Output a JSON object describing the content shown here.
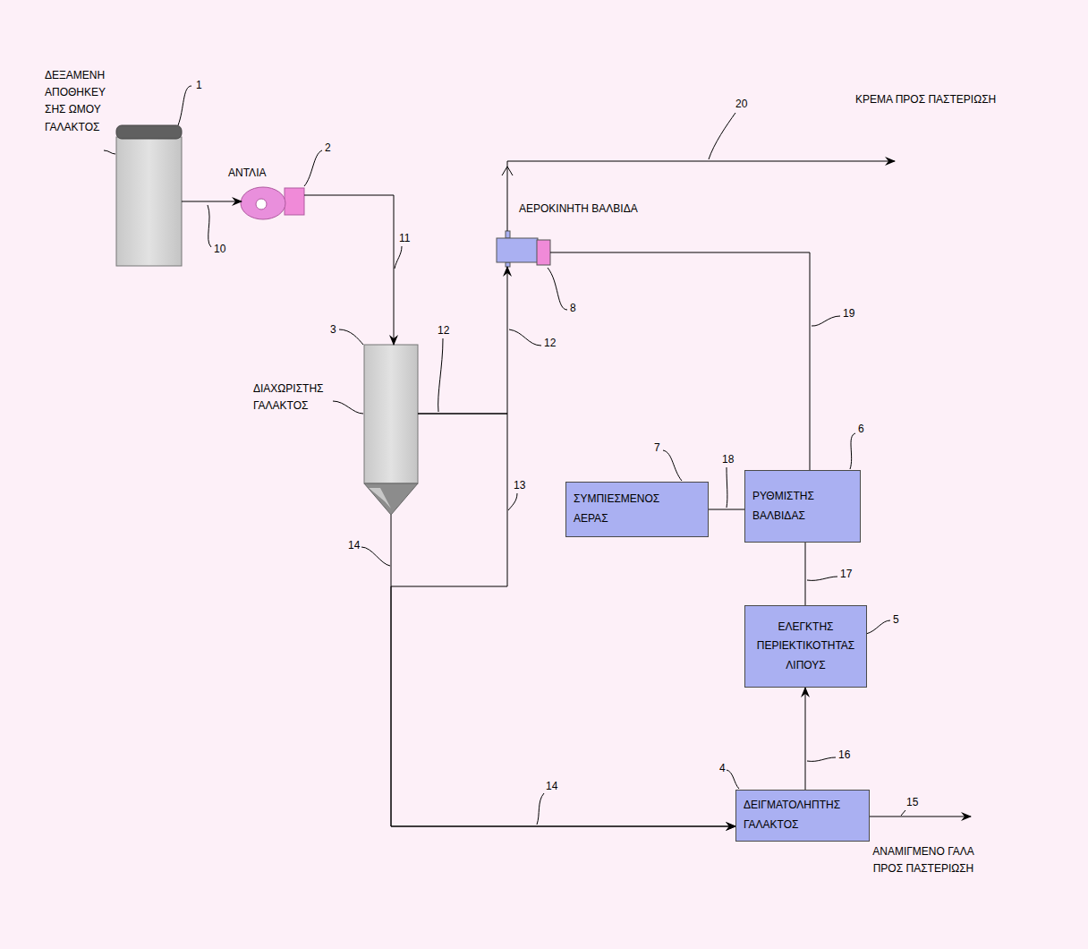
{
  "diagram": {
    "nodes": [
      {
        "text": [
          "ΔΕΞΑΜΕΝΗ ΑΠΟΘΗΚΕΥ ΣΗΣ ΩΜΟΥ ΓΑΛΑΚΤΟΣ"
        ]
      },
      {
        "text": [
          "ΑΝΤΛΙΑ"
        ]
      },
      {
        "text": [
          "ΔΙΑΧΩΡΙΣΤΗΣ ΓΑΛΑΚΤΟΣ"
        ]
      },
      {
        "text": [
          "ΑΕΡΟΚΙΝΗΤΗ ΒΑΛΒΙΔΑ"
        ]
      },
      {
        "text": [
          "ΣΥΜΠΙΕΣΜΕΝΟΣ ΑΕΡΑΣ"
        ]
      },
      {
        "text": [
          "ΡΥΘΜΙΣΤΗΣ ΒΑΛΒΙΔΑΣ"
        ]
      },
      {
        "text": [
          "ΕΛΕΓΚΤΗΣ ΠΕΡΙΕΚΤΙΚΟΤΗΤΑΣ ΛΙΠΟΥΣ"
        ]
      },
      {
        "text": [
          "ΔΕΙΓΜΑΤΟΛΗΠΤΗΣ ΓΑΛΑΚΤΟΣ"
        ]
      }
    ],
    "edges": [
      {
        "from": 0,
        "to": 1,
        "arrow": "to"
      },
      {
        "from": 1,
        "to": 2,
        "arrow": "to"
      },
      {
        "from": 2,
        "to": 3,
        "arrow": "to"
      },
      {
        "from": 2,
        "to": 7,
        "arrow": "to"
      },
      {
        "from": 2,
        "to": 7,
        "arrow": "to"
      },
      {
        "from": 7,
        "to": 6,
        "arrow": "to"
      },
      {
        "from": 6,
        "to": 5,
        "arrow": "none"
      },
      {
        "from": 4,
        "to": 5,
        "arrow": "none"
      },
      {
        "from": 5,
        "to": 3,
        "arrow": "none"
      }
    ],
    "labels": [
      "ΚΡΕΜΑ ΠΡΟΣ ΠΑΣΤΕΡΙΩΣΗ",
      "ΑΝΑΜΙΓΜΕΝΟ ΓΑΛΑ ΠΡΟΣ ΠΑΣΤΕΡΙΩΣΗ",
      "1",
      "2",
      "3",
      "4",
      "5",
      "6",
      "7",
      "8",
      "10",
      "11",
      "12",
      "12",
      "13",
      "14",
      "14",
      "15",
      "16",
      "17",
      "18",
      "19",
      "20"
    ]
  }
}
